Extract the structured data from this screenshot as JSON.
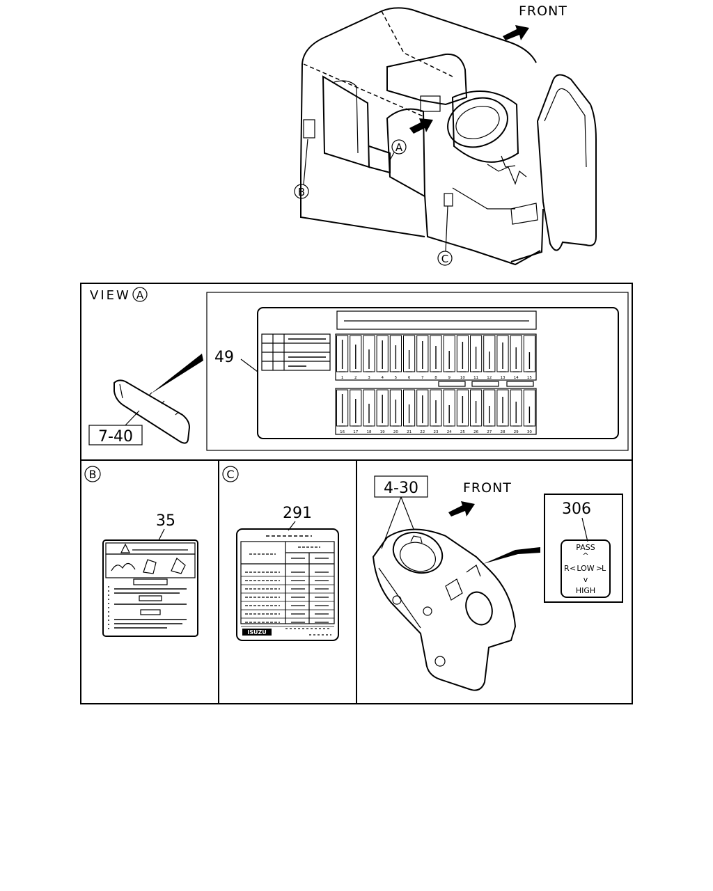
{
  "overview": {
    "front_label": "FRONT",
    "callouts": [
      "A",
      "B",
      "C"
    ]
  },
  "view_a": {
    "title": "VIEW",
    "circle": "A",
    "part_ref": "7-40",
    "label_part": "49",
    "fuse_numbers_top": [
      "1",
      "2",
      "3",
      "4",
      "5",
      "6",
      "7",
      "8",
      "9",
      "10",
      "11",
      "12",
      "13",
      "14",
      "15"
    ],
    "fuse_numbers_bottom": [
      "16",
      "17",
      "18",
      "19",
      "20",
      "21",
      "22",
      "23",
      "24",
      "25",
      "26",
      "27",
      "28",
      "29",
      "30"
    ]
  },
  "view_b": {
    "circle": "B",
    "label_part": "35"
  },
  "view_c": {
    "circle": "C",
    "label_part": "291",
    "brand_text": "ISUZU"
  },
  "view_d": {
    "part_ref": "4-30",
    "front_label": "FRONT",
    "label_part": "306",
    "switch_text": {
      "pass": "PASS",
      "r": "R",
      "low": "LOW",
      "l": "L",
      "high": "HIGH"
    }
  }
}
